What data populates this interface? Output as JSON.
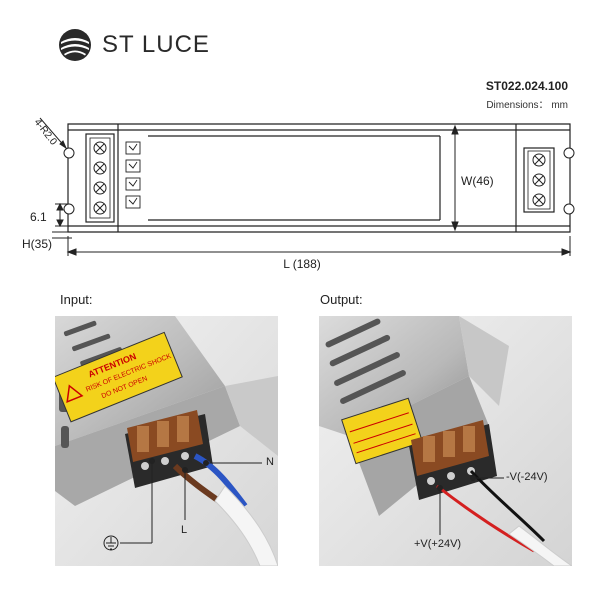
{
  "brand": {
    "name": "ST LUCE"
  },
  "product": {
    "model": "ST022.024.100",
    "units": "Dimensions： mm"
  },
  "drawing": {
    "corner_label": "4-R2.0",
    "dim_width": "W(46)",
    "dim_length": "L (188)",
    "dim_height": "H(35)",
    "dim_small": "6.1"
  },
  "input": {
    "label": "Input:",
    "sticker_line1": "ATTENTION",
    "sticker_line2": "RISK OF ELECTRIC SHOCK",
    "sticker_line3": "DO NOT OPEN",
    "callout_n": "N",
    "callout_l": "L",
    "ground_icon": "ground-icon"
  },
  "output": {
    "label": "Output:",
    "callout_neg": "-V(-24V)",
    "callout_pos": "+V(+24V)"
  },
  "colors": {
    "terminal": "#8a4a22",
    "wire_blue": "#2b55c4",
    "wire_brown": "#6b3a1f",
    "wire_red": "#d42020",
    "wire_black": "#111111",
    "sticker": "#f3d21b"
  }
}
